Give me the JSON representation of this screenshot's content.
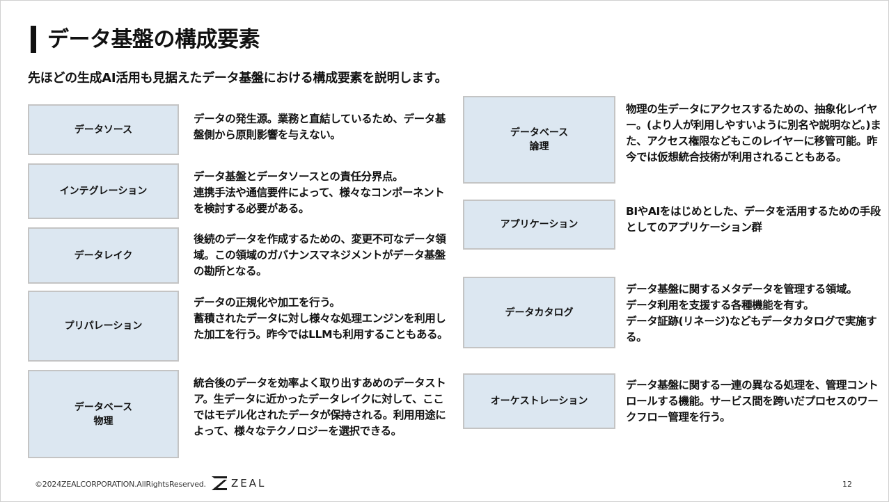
{
  "slide": {
    "title": "データ基盤の構成要素",
    "subtitle": "先ほどの生成AI活用も見据えたデータ基盤における構成要素を説明します。"
  },
  "components": [
    {
      "label": "データソース",
      "description": "データの発生源。業務と直結しているため、データ基盤側から原則影響を与えない。"
    },
    {
      "label": "インテグレーション",
      "description": "データ基盤とデータソースとの責任分界点。\n連携手法や通信要件によって、様々なコンポーネントを検討する必要がある。"
    },
    {
      "label": "データレイク",
      "description": "後続のデータを作成するための、変更不可なデータ領域。この領域のガバナンスマネジメントがデータ基盤の勘所となる。"
    },
    {
      "label": "プリパレーション",
      "description": "データの正規化や加工を行う。\n蓄積されたデータに対し様々な処理エンジンを利用した加工を行う。昨今ではLLMも利用することもある。"
    },
    {
      "label": "データベース\n物理",
      "description": "統合後のデータを効率よく取り出すあめのデータストア。生データに近かったデータレイクに対して、ここではモデル化されたデータが保持される。利用用途によって、様々なテクノロジーを選択できる。"
    },
    {
      "label": "データベース\n論理",
      "description": "物理の生データにアクセスするための、抽象化レイヤー。(より人が利用しやすいように別名や説明など。)また、アクセス権限などもこのレイヤーに移管可能。昨今では仮想統合技術が利用されることもある。"
    },
    {
      "label": "アプリケーション",
      "description": "BIやAIをはじめとした、データを活用するための手段としてのアプリケーション群"
    },
    {
      "label": "データカタログ",
      "description": "データ基盤に関するメタデータを管理する領域。\nデータ利用を支援する各種機能を有す。\nデータ証跡(リネージ)などもデータカタログで実施する。"
    },
    {
      "label": "オーケストレーション",
      "description": "データ基盤に関する一連の異なる処理を、管理コントロールする機能。サービス間を跨いだプロセスのワークフロー管理を行う。"
    }
  ],
  "footer": {
    "copyright": "©2024ZEALCORPORATION.AllRightsReserved.",
    "logo_text": "ZEAL",
    "page_number": "12"
  },
  "colors": {
    "box_fill": "#dce7f1",
    "box_border": "#c4c4c4",
    "text": "#111111"
  },
  "icons": [
    "zeal-logo-icon"
  ]
}
